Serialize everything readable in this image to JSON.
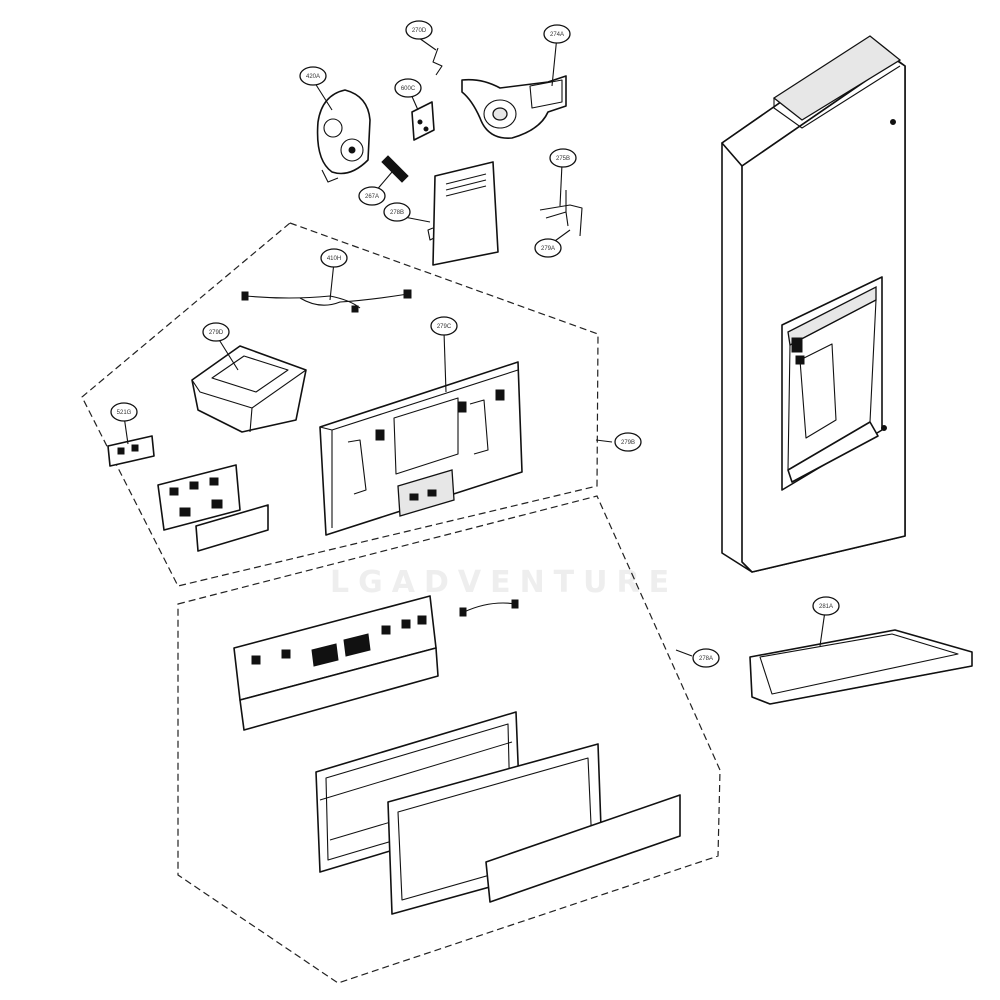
{
  "diagram": {
    "watermark": "LGADVENTURE",
    "callouts": [
      {
        "id": "c1",
        "code": "270D"
      },
      {
        "id": "c2",
        "code": "274A"
      },
      {
        "id": "c3",
        "code": "420A"
      },
      {
        "id": "c4",
        "code": "600C"
      },
      {
        "id": "c5",
        "code": "267A"
      },
      {
        "id": "c6",
        "code": "278B"
      },
      {
        "id": "c7",
        "code": "275B"
      },
      {
        "id": "c8",
        "code": "279A"
      },
      {
        "id": "c9",
        "code": "410H"
      },
      {
        "id": "c10",
        "code": "279D"
      },
      {
        "id": "c11",
        "code": "279C"
      },
      {
        "id": "c12",
        "code": "521G"
      },
      {
        "id": "c13",
        "code": "279B"
      },
      {
        "id": "c14",
        "code": "278A"
      },
      {
        "id": "c15",
        "code": "281A"
      }
    ]
  }
}
